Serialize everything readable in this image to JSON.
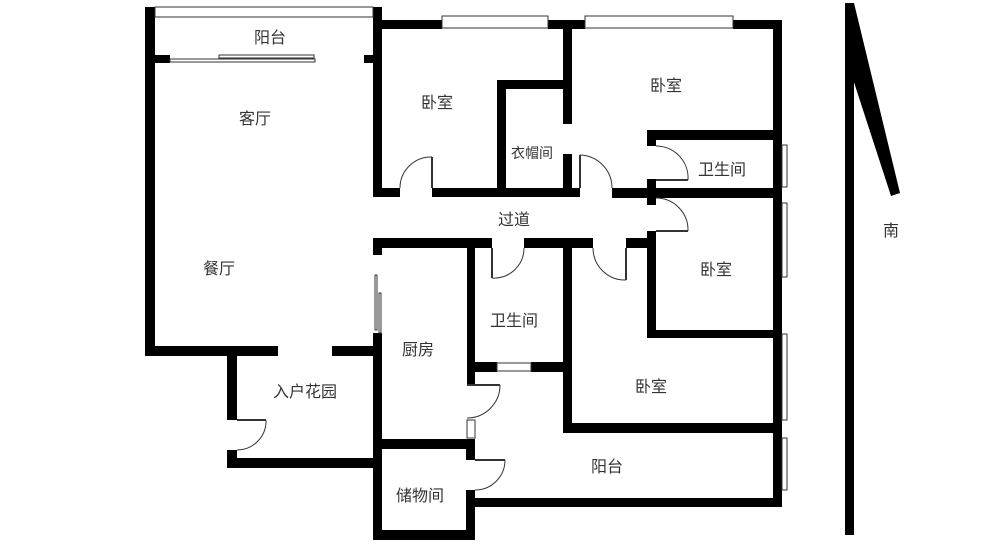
{
  "rooms": {
    "balcony_top": "阳台",
    "living_room": "客厅",
    "dining_room": "餐厅",
    "bedroom_1": "卧室",
    "wardrobe": "衣帽间",
    "bedroom_2": "卧室",
    "bathroom_1": "卫生间",
    "corridor": "过道",
    "bedroom_3": "卧室",
    "bathroom_2": "卫生间",
    "kitchen": "厨房",
    "entry_garden": "入户花园",
    "bedroom_4": "卧室",
    "balcony_bottom": "阳台",
    "storage": "储物间"
  },
  "compass": {
    "label": "南"
  },
  "colors": {
    "wall": "#000000",
    "text": "#333333"
  }
}
